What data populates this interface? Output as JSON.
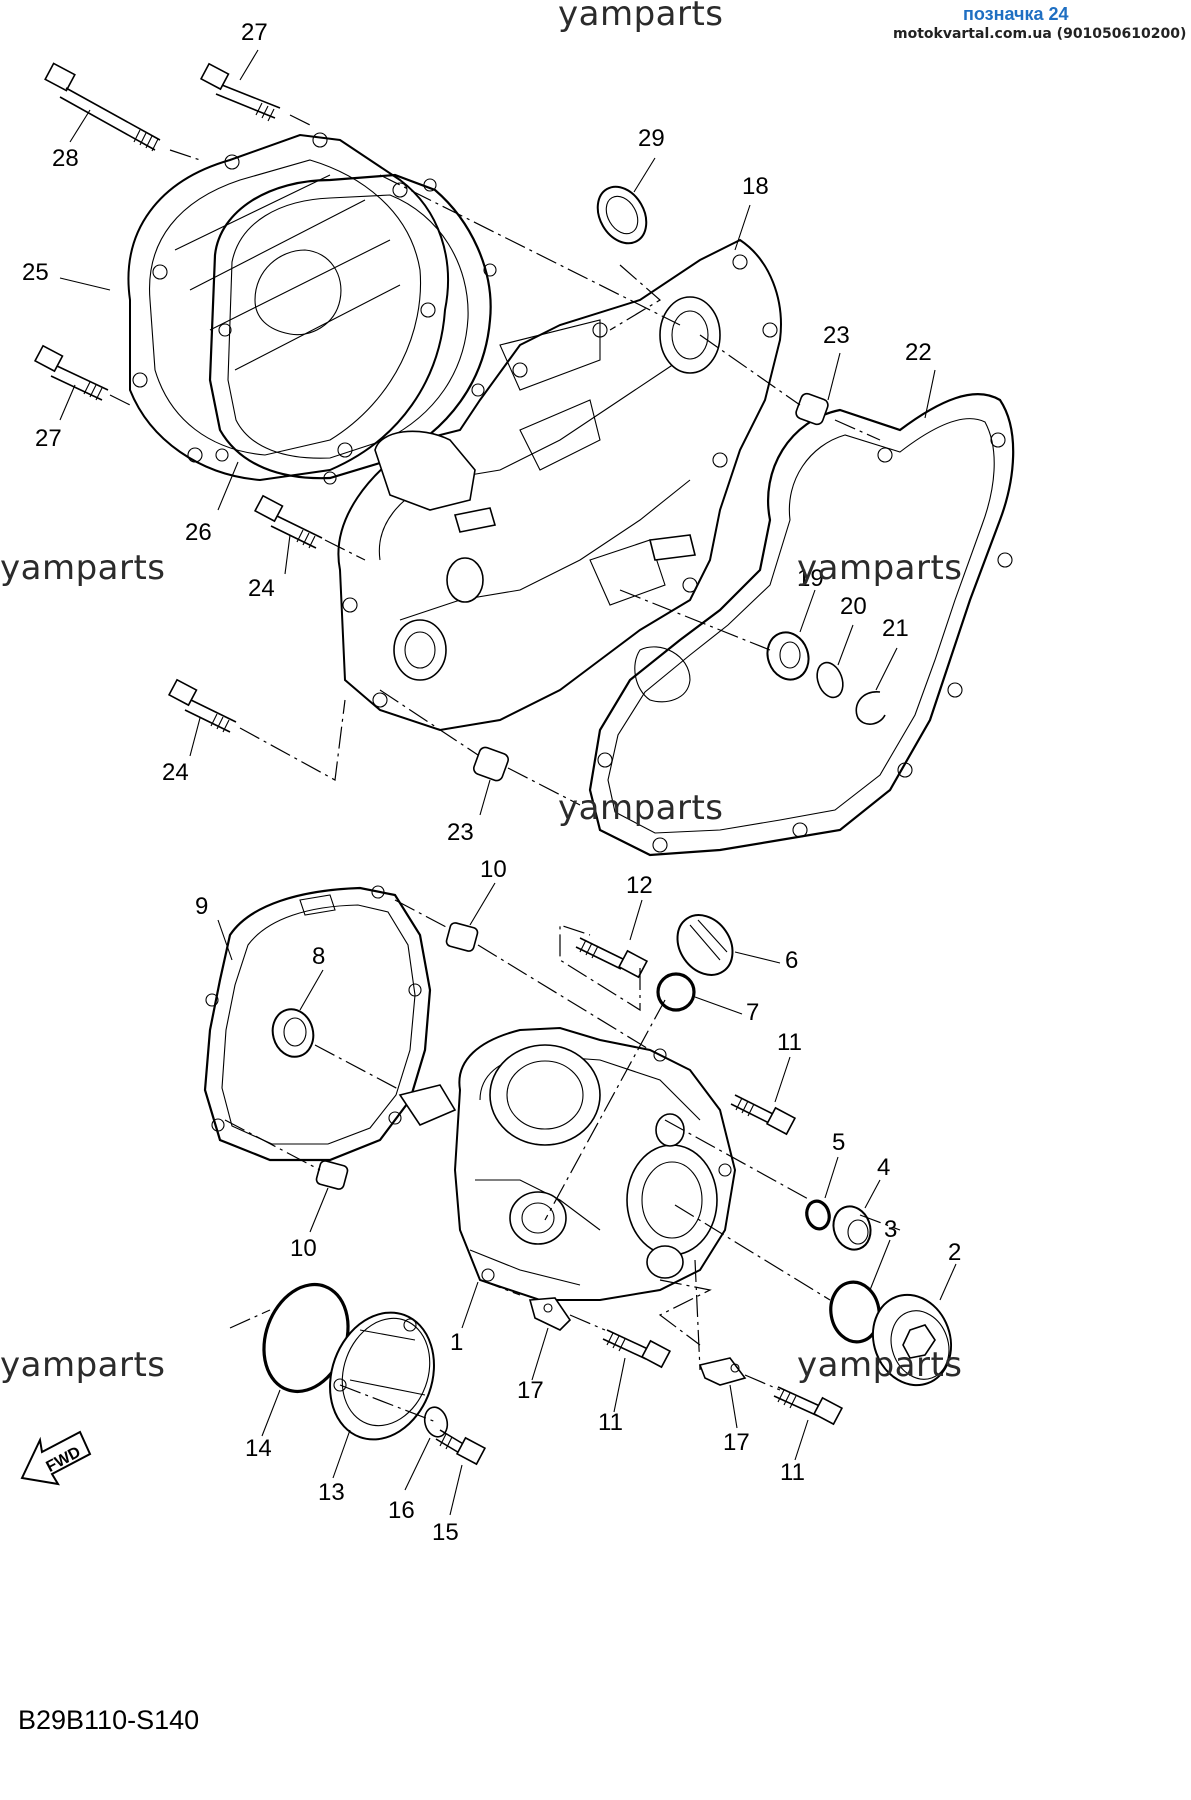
{
  "header": {
    "label_title": "позначка 24",
    "site": "motokvartal.com.ua (901050610200)"
  },
  "watermarks": {
    "top": "yamparts",
    "left_upper": "yamparts",
    "center_right": "yamparts",
    "center": "yamparts",
    "left_lower": "yamparts",
    "right_lower": "yamparts"
  },
  "diagram_code": "B29B110-S140",
  "fwd_label": "FWD",
  "callouts": {
    "n1": "1",
    "n2": "2",
    "n3": "3",
    "n4": "4",
    "n5": "5",
    "n6": "6",
    "n7": "7",
    "n8": "8",
    "n9": "9",
    "n10a": "10",
    "n10b": "10",
    "n11a": "11",
    "n11b": "11",
    "n11c": "11",
    "n12": "12",
    "n13": "13",
    "n14": "14",
    "n15": "15",
    "n16": "16",
    "n17a": "17",
    "n17b": "17",
    "n18": "18",
    "n19": "19",
    "n20": "20",
    "n21": "21",
    "n22": "22",
    "n23a": "23",
    "n23b": "23",
    "n24a": "24",
    "n24b": "24",
    "n25": "25",
    "n26": "26",
    "n27a": "27",
    "n27b": "27",
    "n28": "28",
    "n29": "29"
  },
  "colors": {
    "label_title": "#1f6fc2",
    "lines": "#000000",
    "background": "#ffffff"
  }
}
